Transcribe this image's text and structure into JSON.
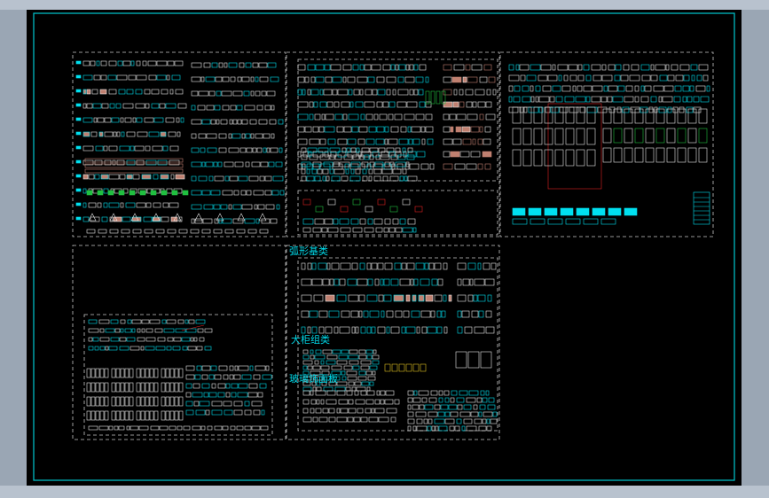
{
  "app": {
    "canvas_background": "#000000",
    "window_background": "#9aa6b4"
  },
  "colors": {
    "frame": "#00c8d0",
    "viewport_dash": "#c8c8c8",
    "cyan": "#00e0f0",
    "white": "#e8e8e8",
    "red": "#e02020",
    "green": "#20c040",
    "brown": "#c08070",
    "yellow": "#e0c020"
  },
  "sections": {
    "arc_series": "弧形基类",
    "large_cabinet": "大柜组类",
    "glass_panel": "玻璃饰面板"
  }
}
